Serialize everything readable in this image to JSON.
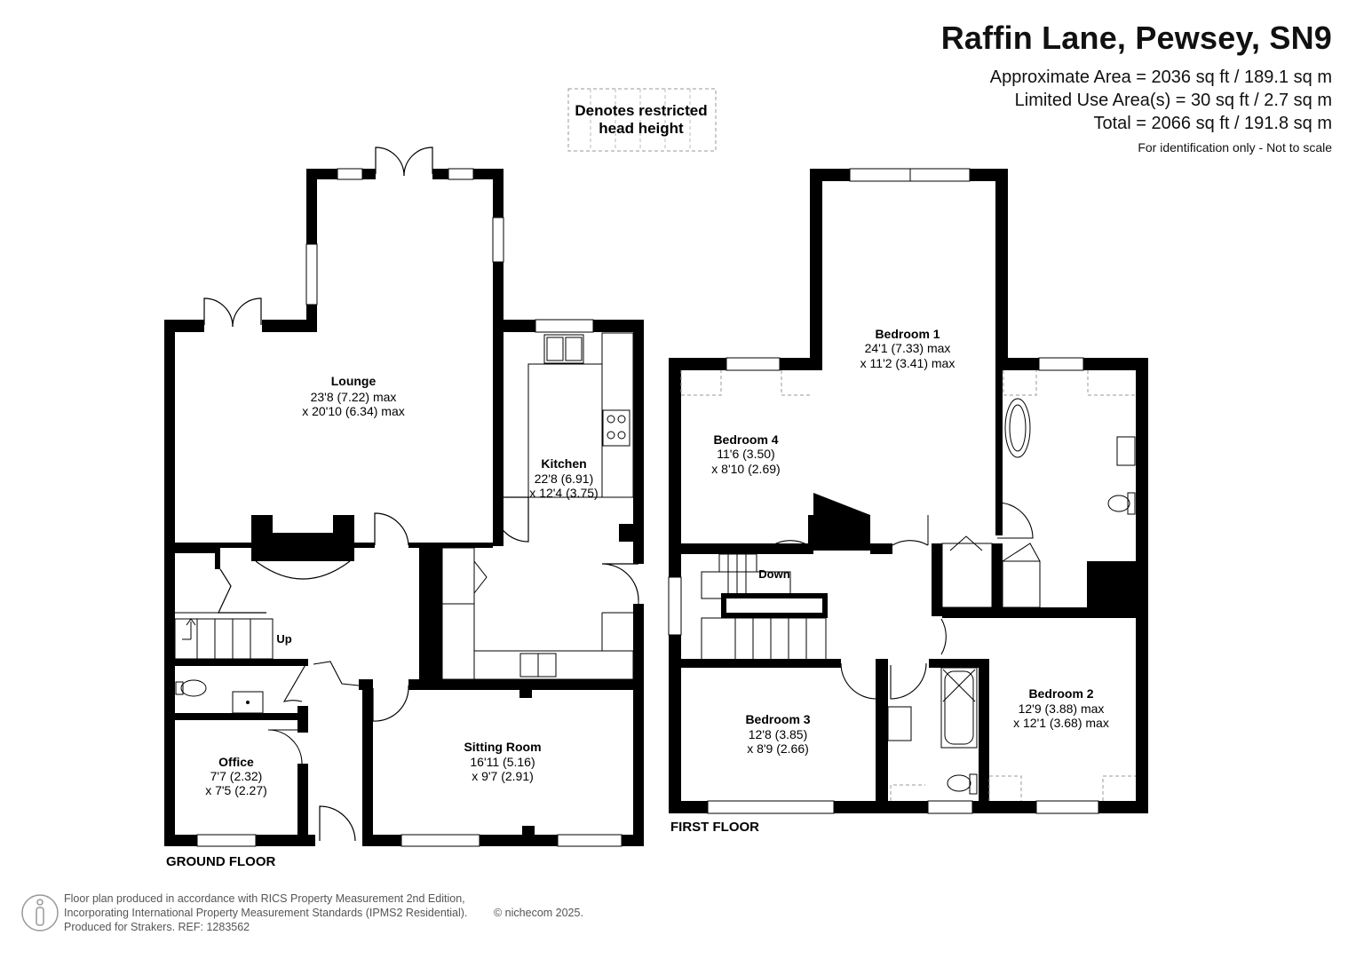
{
  "header": {
    "title": "Raffin Lane, Pewsey, SN9",
    "area_approx": "Approximate Area = 2036 sq ft / 189.1 sq m",
    "area_limited": "Limited Use Area(s) = 30 sq ft / 2.7 sq m",
    "area_total": "Total = 2066 sq ft / 191.8 sq m",
    "note": "For identification only - Not to scale"
  },
  "legend": {
    "line1": "Denotes restricted",
    "line2": "head height"
  },
  "ground_floor": {
    "label": "GROUND FLOOR",
    "stairs_label": "Up",
    "rooms": {
      "lounge": {
        "name": "Lounge",
        "dim1": "23'8 (7.22) max",
        "dim2": "x 20'10 (6.34) max"
      },
      "kitchen": {
        "name": "Kitchen",
        "dim1": "22'8 (6.91)",
        "dim2": "x 12'4 (3.75)"
      },
      "office": {
        "name": "Office",
        "dim1": "7'7 (2.32)",
        "dim2": "x 7'5 (2.27)"
      },
      "sitting": {
        "name": "Sitting Room",
        "dim1": "16'11 (5.16)",
        "dim2": "x 9'7 (2.91)"
      }
    }
  },
  "first_floor": {
    "label": "FIRST FLOOR",
    "stairs_label": "Down",
    "rooms": {
      "bedroom1": {
        "name": "Bedroom 1",
        "dim1": "24'1 (7.33) max",
        "dim2": "x 11'2 (3.41) max"
      },
      "bedroom2": {
        "name": "Bedroom 2",
        "dim1": "12'9 (3.88) max",
        "dim2": "x 12'1 (3.68) max"
      },
      "bedroom3": {
        "name": "Bedroom 3",
        "dim1": "12'8 (3.85)",
        "dim2": "x 8'9 (2.66)"
      },
      "bedroom4": {
        "name": "Bedroom 4",
        "dim1": "11'6 (3.50)",
        "dim2": "x 8'10 (2.69)"
      }
    }
  },
  "footer": {
    "line1": "Floor plan produced in accordance with RICS Property Measurement 2nd Edition,",
    "line2": "Incorporating International Property Measurement Standards (IPMS2 Residential).",
    "line3": "Produced for Strakers.   REF: 1283562",
    "copyright": "© nichecom 2025."
  },
  "colors": {
    "wall": "#000000",
    "dashed": "#999999"
  }
}
